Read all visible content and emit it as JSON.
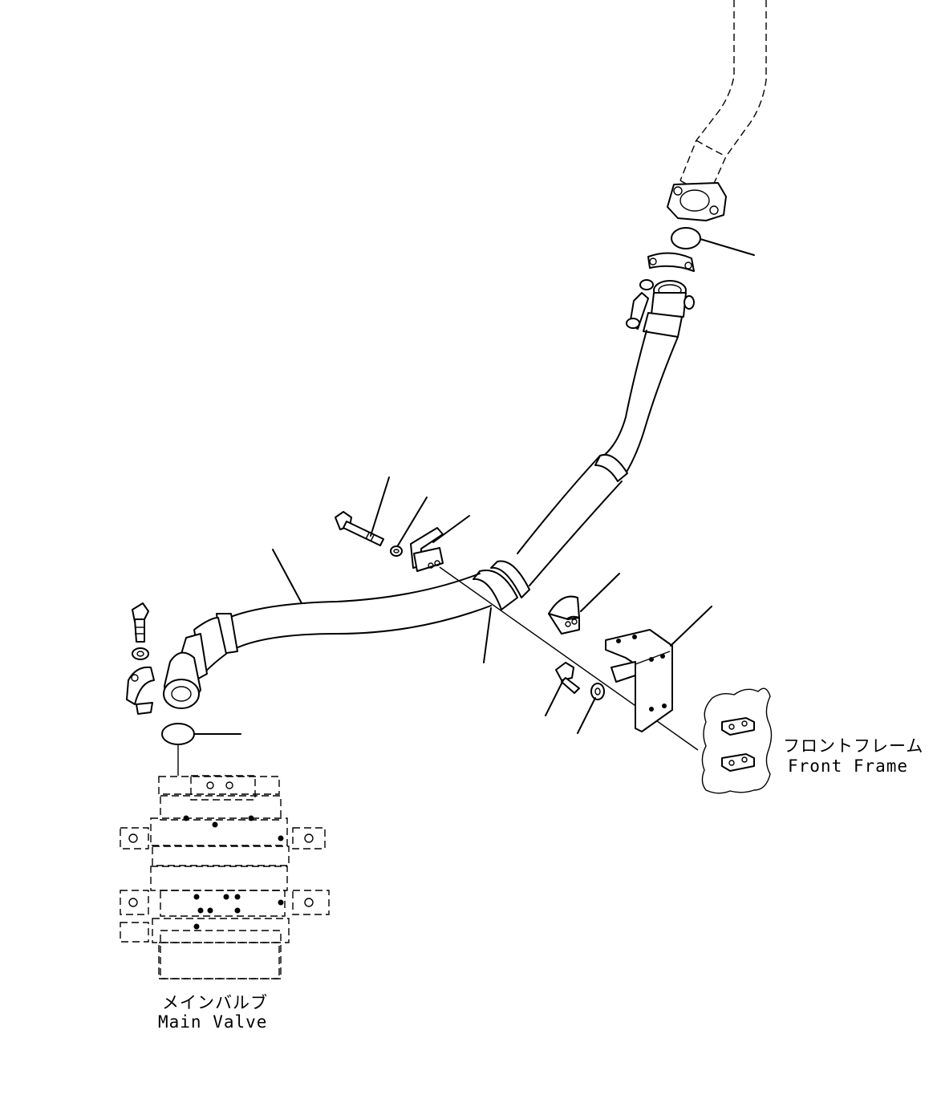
{
  "labels": {
    "front_frame_jp": "フロントフレーム",
    "front_frame_en": "Front Frame",
    "main_valve_jp": "メインバルブ",
    "main_valve_en": "Main Valve"
  }
}
